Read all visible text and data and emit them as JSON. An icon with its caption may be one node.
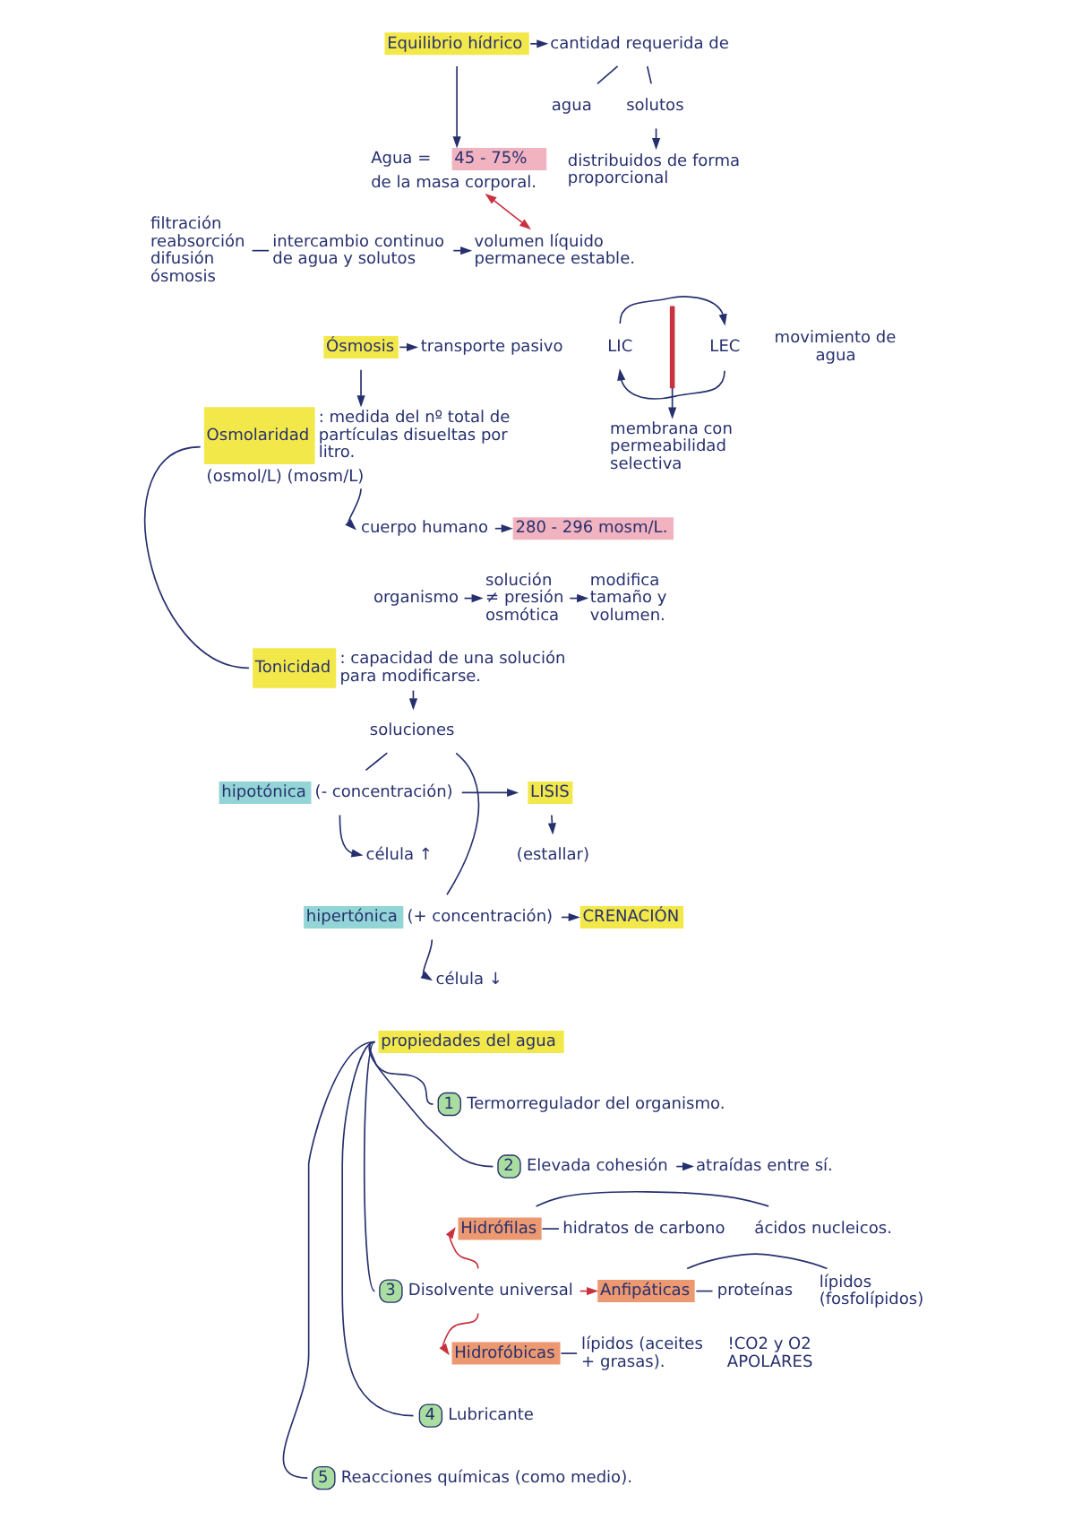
{
  "diagram": {
    "nodes": [
      {
        "text": [
          "Equilibrio hídrico"
        ]
      },
      {
        "text": [
          "cantidad requerida de"
        ]
      },
      {
        "text": [
          "agua"
        ]
      },
      {
        "text": [
          "solutos"
        ]
      },
      {
        "text": [
          "distribuidos de forma proporcional"
        ]
      },
      {
        "text": [
          "45 - 75%"
        ],
        "beside": [
          "Agua =",
          "de la masa corporal."
        ]
      },
      {
        "text": [
          "filtración",
          "reabsorción",
          "difusión",
          "ósmosis"
        ]
      },
      {
        "text": [
          "intercambio continuo de agua y solutos"
        ]
      },
      {
        "text": [
          "volumen líquido permanece estable."
        ]
      },
      {
        "text": [
          "Ósmosis"
        ]
      },
      {
        "text": [
          "transporte pasivo"
        ]
      },
      {
        "text": [
          "LIC"
        ]
      },
      {
        "text": [],
        "shape": "bar"
      },
      {
        "text": [
          "LEC"
        ]
      },
      {
        "text": [
          "membrana con permeabilidad selectiva"
        ]
      },
      {
        "text": [
          "Osmolaridad",
          ": medida del nº total de partículas disueltas por litro.",
          "(osmol/L) (mosm/L)"
        ]
      },
      {
        "text": [
          "cuerpo humano"
        ]
      },
      {
        "text": [
          "280 - 296 mosm/L."
        ]
      },
      {
        "text": [
          "organismo"
        ]
      },
      {
        "text": [
          "solución ≠ presión osmótica"
        ]
      },
      {
        "text": [
          "modifica tamaño y volumen."
        ]
      },
      {
        "text": [
          "Tonicidad",
          ": capacidad de una solución para modificarse."
        ]
      },
      {
        "text": [
          "soluciones"
        ]
      },
      {
        "text": [
          "hipotónica"
        ],
        "beside": [
          "(- concentración)"
        ]
      },
      {
        "text": [
          "célula ↑"
        ]
      },
      {
        "text": [
          "LISIS"
        ]
      },
      {
        "text": [
          "(estallar)"
        ]
      },
      {
        "text": [
          "hipertónica"
        ],
        "beside": [
          "(+ concentración)"
        ]
      },
      {
        "text": [
          "célula ↓"
        ]
      },
      {
        "text": [
          "CRENACIÓN"
        ]
      },
      {
        "text": [
          "propiedades del agua"
        ]
      },
      {
        "text": [
          "1",
          "Termorregulador del organismo."
        ]
      },
      {
        "text": [
          "2",
          "Elevada cohesión"
        ]
      },
      {
        "text": [
          "atraídas entre sí."
        ]
      },
      {
        "text": [
          "Hidrófilas"
        ]
      },
      {
        "text": [
          "hidratos de carbono"
        ]
      },
      {
        "text": [
          "ácidos nucleicos."
        ]
      },
      {
        "text": [
          "3",
          "Disolvente universal"
        ]
      },
      {
        "text": [
          "Anfipáticas"
        ]
      },
      {
        "text": [
          "proteínas"
        ]
      },
      {
        "text": [
          "lípidos (fosfolípidos)"
        ]
      },
      {
        "text": [
          "Hidrofóbicas"
        ]
      },
      {
        "text": [
          "lípidos (aceites + grasas)."
        ]
      },
      {
        "text": [
          "4",
          "Lubricante"
        ]
      },
      {
        "text": [
          "5",
          "Reacciones químicas (como medio)."
        ]
      }
    ],
    "edges": [
      {
        "from": 0,
        "to": 1,
        "arrow": "to"
      },
      {
        "from": 1,
        "to": 2,
        "arrow": "none"
      },
      {
        "from": 1,
        "to": 3,
        "arrow": "none"
      },
      {
        "from": 3,
        "to": 4,
        "arrow": "to"
      },
      {
        "from": 0,
        "to": 5,
        "arrow": "to"
      },
      {
        "from": 5,
        "to": 8,
        "arrow": "both",
        "color": "#c8323f"
      },
      {
        "from": 6,
        "to": 7,
        "arrow": "none"
      },
      {
        "from": 7,
        "to": 8,
        "arrow": "to"
      },
      {
        "from": 9,
        "to": 10,
        "arrow": "to"
      },
      {
        "from": 11,
        "to": 13,
        "arrow": "to"
      },
      {
        "from": 13,
        "to": 11,
        "arrow": "to"
      },
      {
        "from": 12,
        "to": 14,
        "arrow": "to"
      },
      {
        "from": 9,
        "to": 15,
        "arrow": "to"
      },
      {
        "from": 15,
        "to": 21,
        "arrow": "none"
      },
      {
        "from": 15,
        "to": 16,
        "arrow": "to"
      },
      {
        "from": 16,
        "to": 17,
        "arrow": "to"
      },
      {
        "from": 18,
        "to": 19,
        "arrow": "to"
      },
      {
        "from": 19,
        "to": 20,
        "arrow": "to"
      },
      {
        "from": 21,
        "to": 22,
        "arrow": "to"
      },
      {
        "from": 22,
        "to": 23,
        "arrow": "none"
      },
      {
        "from": 22,
        "to": 27,
        "arrow": "none"
      },
      {
        "from": 23,
        "to": 24,
        "arrow": "to"
      },
      {
        "from": 23,
        "to": 25,
        "arrow": "to"
      },
      {
        "from": 25,
        "to": 26,
        "arrow": "to"
      },
      {
        "from": 27,
        "to": 28,
        "arrow": "to"
      },
      {
        "from": 27,
        "to": 29,
        "arrow": "to"
      },
      {
        "from": 30,
        "to": 31,
        "arrow": "none"
      },
      {
        "from": 30,
        "to": 32,
        "arrow": "none"
      },
      {
        "from": 30,
        "to": 37,
        "arrow": "none"
      },
      {
        "from": 30,
        "to": 43,
        "arrow": "none"
      },
      {
        "from": 30,
        "to": 44,
        "arrow": "none"
      },
      {
        "from": 32,
        "to": 33,
        "arrow": "to"
      },
      {
        "from": 37,
        "to": 34,
        "arrow": "to",
        "color": "#c8323f"
      },
      {
        "from": 37,
        "to": 38,
        "arrow": "to",
        "color": "#c8323f"
      },
      {
        "from": 37,
        "to": 41,
        "arrow": "to",
        "color": "#c8323f"
      },
      {
        "from": 34,
        "to": 35,
        "arrow": "none"
      },
      {
        "from": 34,
        "to": 36,
        "arrow": "none"
      },
      {
        "from": 38,
        "to": 39,
        "arrow": "none"
      },
      {
        "from": 38,
        "to": 40,
        "arrow": "none"
      },
      {
        "from": 41,
        "to": 42,
        "arrow": "none"
      }
    ],
    "labels": [
      "movimiento de agua",
      "!CO2 y O2 APOLARES"
    ]
  }
}
